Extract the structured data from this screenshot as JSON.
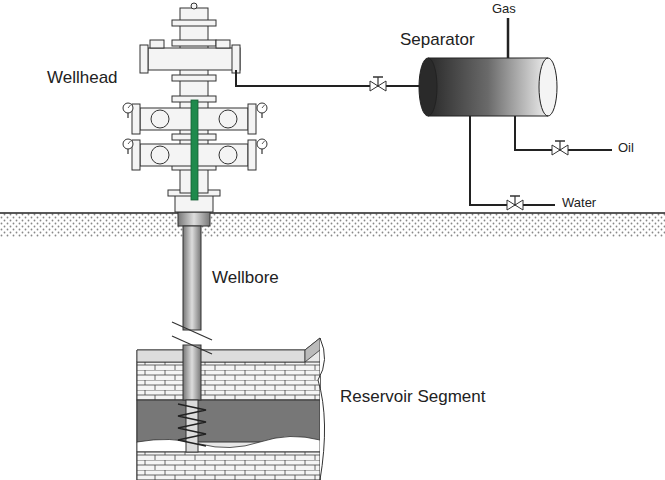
{
  "diagram": {
    "labels": [
      "Wellhead",
      "Separator",
      "Gas",
      "Oil",
      "Water",
      "Wellbore",
      "Reservoir Segment"
    ]
  }
}
